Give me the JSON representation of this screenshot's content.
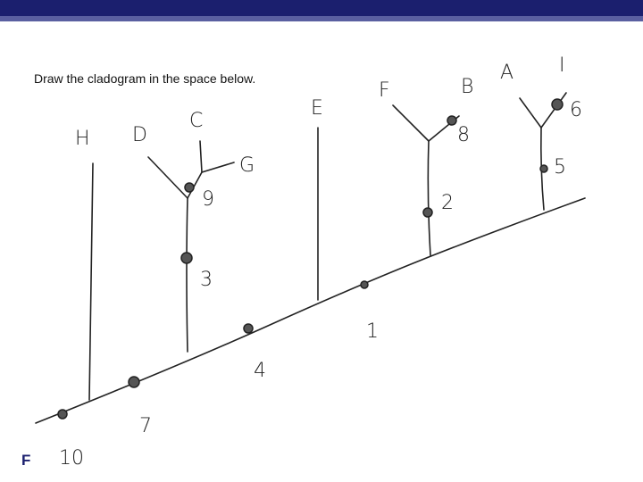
{
  "header": {
    "bar_color": "#1b1f6e",
    "stripe_color": "#5a5fa0"
  },
  "instruction": "Draw the cladogram in the space below.",
  "corner_mark": "F",
  "diagram": {
    "taxa": [
      "H",
      "D",
      "C",
      "G",
      "E",
      "F",
      "B",
      "A",
      "I"
    ],
    "characters": [
      "10",
      "7",
      "4",
      "1",
      "3",
      "9",
      "2",
      "8",
      "5",
      "6"
    ]
  }
}
